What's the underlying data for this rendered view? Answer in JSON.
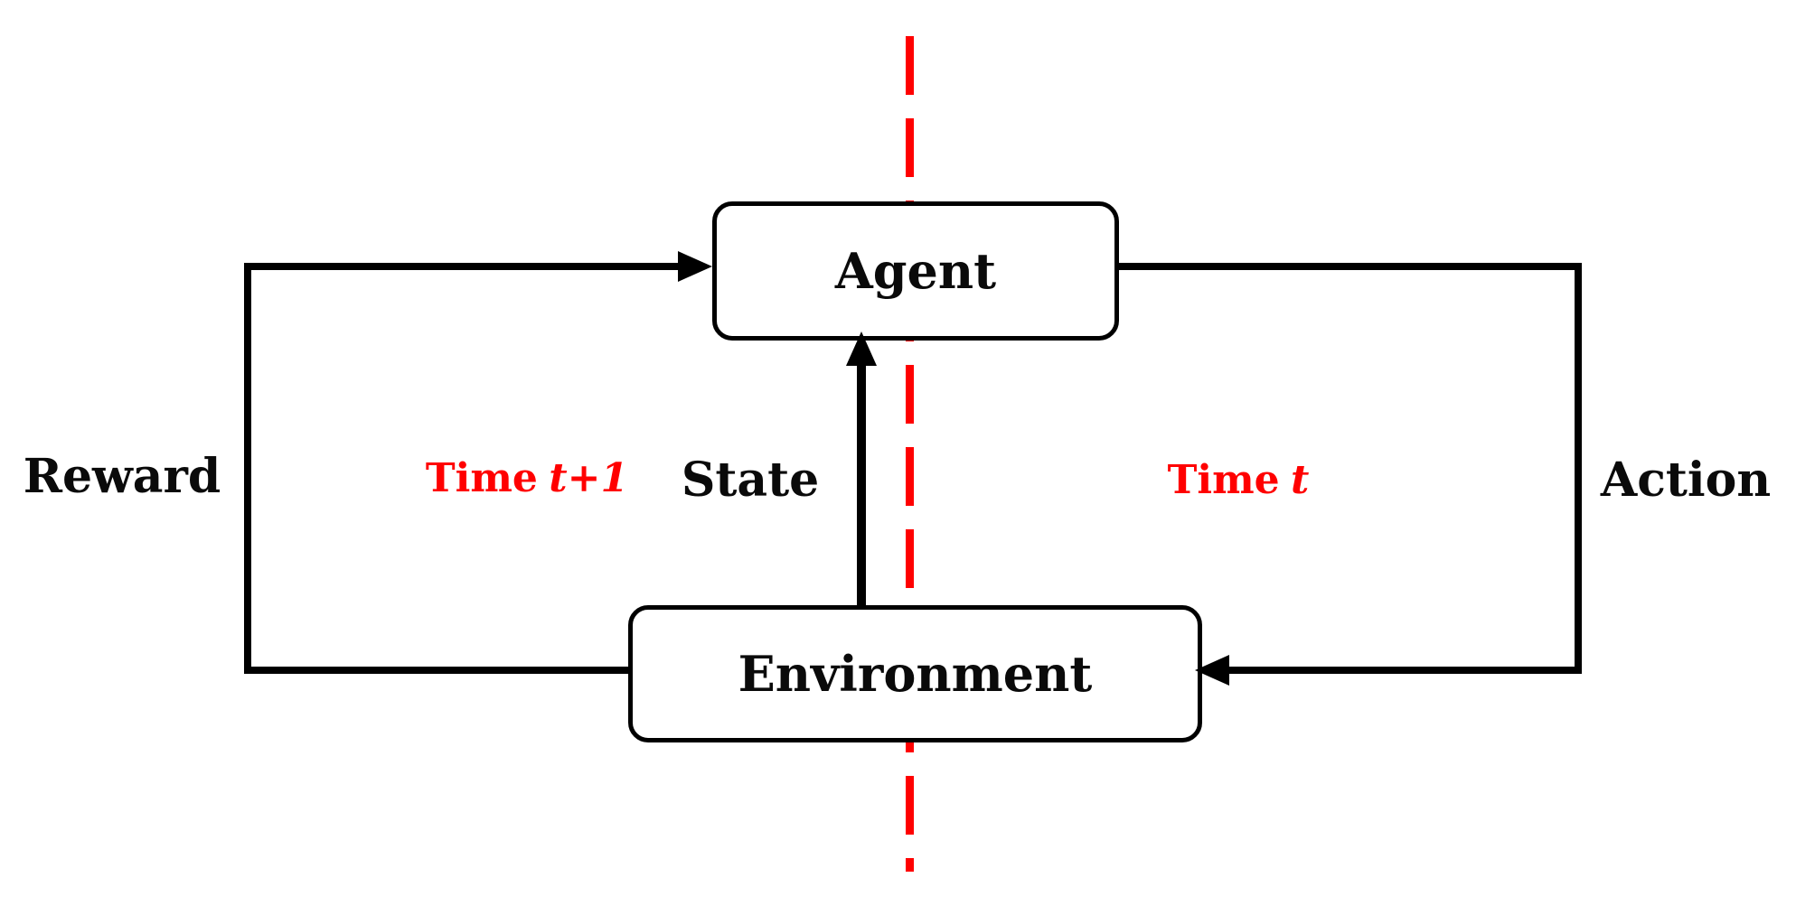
{
  "diagram": {
    "type": "flow-diagram",
    "topic": "Agent-Environment interaction loop (reinforcement learning)",
    "nodes": {
      "agent": {
        "label": "Agent"
      },
      "environment": {
        "label": "Environment"
      }
    },
    "edges": {
      "reward": {
        "label": "Reward",
        "from": "environment",
        "to": "agent"
      },
      "action": {
        "label": "Action",
        "from": "agent",
        "to": "environment"
      },
      "state": {
        "label": "State",
        "from": "environment",
        "to": "agent"
      }
    },
    "time_divider": {
      "left_prefix": "Time",
      "left_var": "t+1",
      "right_prefix": "Time",
      "right_var": "t"
    },
    "colors": {
      "line": "#000000",
      "box_border": "#000000",
      "box_fill": "#ffffff",
      "background": "#ffffff",
      "divider_red": "#ff0000"
    }
  }
}
